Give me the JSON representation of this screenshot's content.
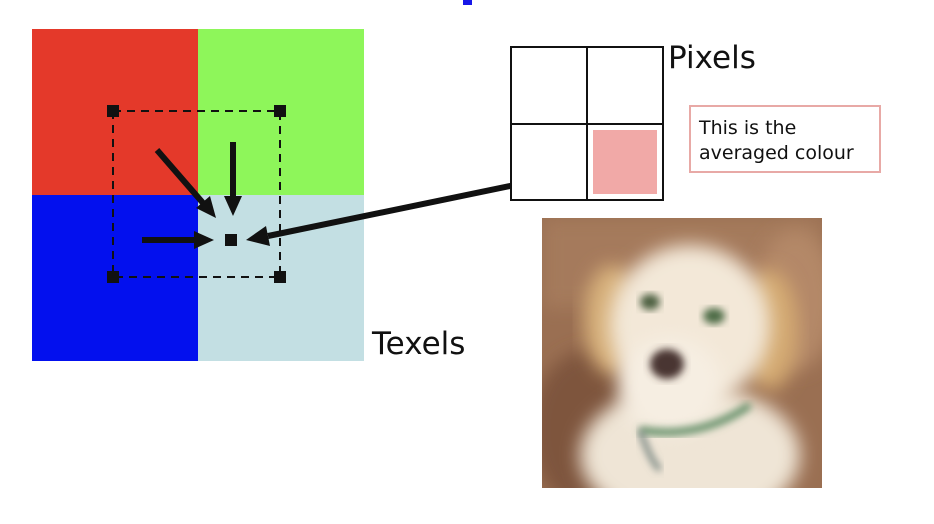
{
  "labels": {
    "texels": "Texels",
    "pixels": "Pixels",
    "callout_line1": "This is the",
    "callout_line2": "averaged colour"
  },
  "texel_colors": {
    "top_left": "#e4392a",
    "top_right": "#8ef65a",
    "bottom_left": "#0310ee",
    "bottom_right": "#c3dfe3"
  },
  "highlight_color": "#f1a9a7",
  "callout_border_color": "#e8a9a6",
  "dog_photo": {
    "subject": "blurry yellow labrador photo",
    "background_color": "#9a6f52",
    "fur_color": "#f3e8d8",
    "collar_color": "#5c8a62"
  }
}
